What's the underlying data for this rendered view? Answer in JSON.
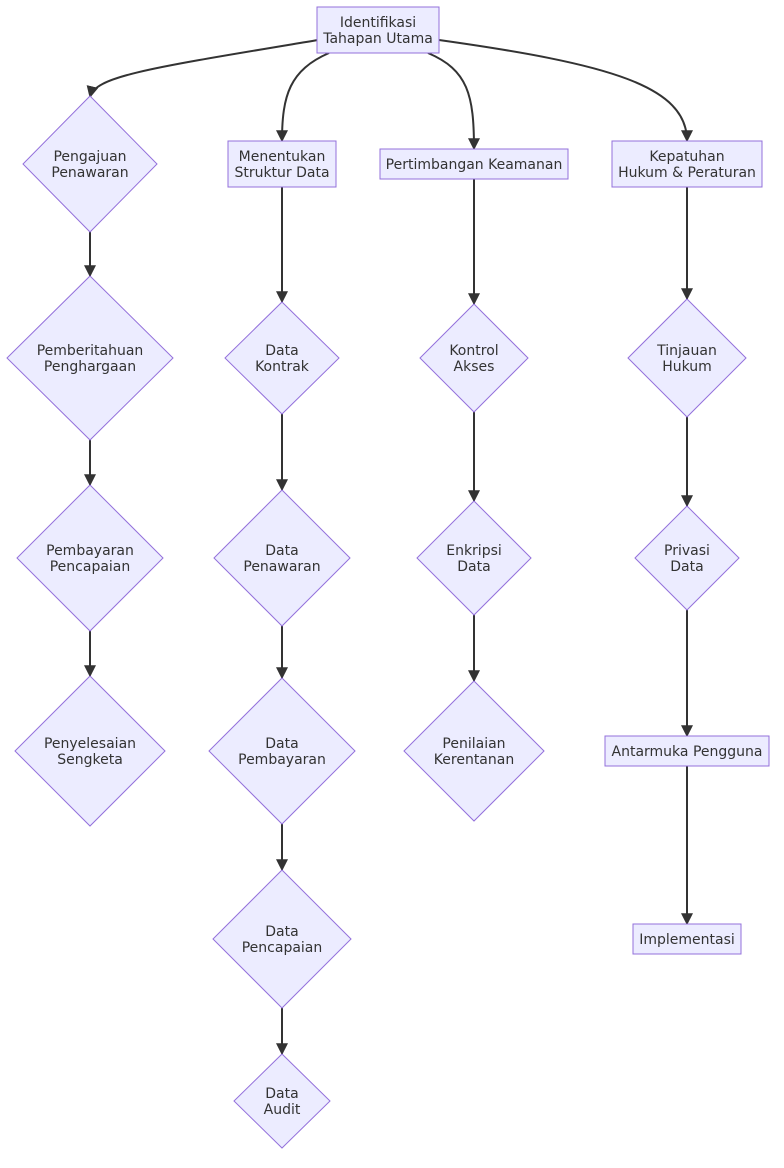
{
  "diagram": {
    "colors": {
      "node_fill": "#ECECFF",
      "node_stroke": "#9370DB",
      "edge": "#333333",
      "text": "#333333"
    },
    "nodes": {
      "root": [
        "Identifikasi",
        "Tahapan Utama"
      ],
      "pengajuan": [
        "Pengajuan",
        "Penawaran"
      ],
      "pemberitahuan": [
        "Pemberitahuan",
        "Penghargaan"
      ],
      "pembayaran": [
        "Pembayaran",
        "Pencapaian"
      ],
      "penyelesaian": [
        "Penyelesaian",
        "Sengketa"
      ],
      "struktur": [
        "Menentukan",
        "Struktur Data"
      ],
      "kontrak": [
        "Data",
        "Kontrak"
      ],
      "dpenawaran": [
        "Data",
        "Penawaran"
      ],
      "dpembayaran": [
        "Data",
        "Pembayaran"
      ],
      "dpencapaian": [
        "Data",
        "Pencapaian"
      ],
      "audit": [
        "Data",
        "Audit"
      ],
      "keamanan": [
        "Pertimbangan Keamanan"
      ],
      "kontrol": [
        "Kontrol",
        "Akses"
      ],
      "enkripsi": [
        "Enkripsi",
        "Data"
      ],
      "kerentanan": [
        "Penilaian",
        "Kerentanan"
      ],
      "kepatuhan": [
        "Kepatuhan",
        "Hukum & Peraturan"
      ],
      "tinjauan": [
        "Tinjauan",
        "Hukum"
      ],
      "privasi": [
        "Privasi",
        "Data"
      ],
      "antarmuka": [
        "Antarmuka Pengguna"
      ],
      "implementasi": [
        "Implementasi"
      ]
    },
    "edges": [
      [
        "root",
        "pengajuan"
      ],
      [
        "root",
        "struktur"
      ],
      [
        "root",
        "keamanan"
      ],
      [
        "root",
        "kepatuhan"
      ],
      [
        "pengajuan",
        "pemberitahuan"
      ],
      [
        "pemberitahuan",
        "pembayaran"
      ],
      [
        "pembayaran",
        "penyelesaian"
      ],
      [
        "struktur",
        "kontrak"
      ],
      [
        "kontrak",
        "dpenawaran"
      ],
      [
        "dpenawaran",
        "dpembayaran"
      ],
      [
        "dpembayaran",
        "dpencapaian"
      ],
      [
        "dpencapaian",
        "audit"
      ],
      [
        "keamanan",
        "kontrol"
      ],
      [
        "kontrol",
        "enkripsi"
      ],
      [
        "enkripsi",
        "kerentanan"
      ],
      [
        "kepatuhan",
        "tinjauan"
      ],
      [
        "tinjauan",
        "privasi"
      ],
      [
        "privasi",
        "antarmuka"
      ],
      [
        "antarmuka",
        "implementasi"
      ]
    ]
  }
}
